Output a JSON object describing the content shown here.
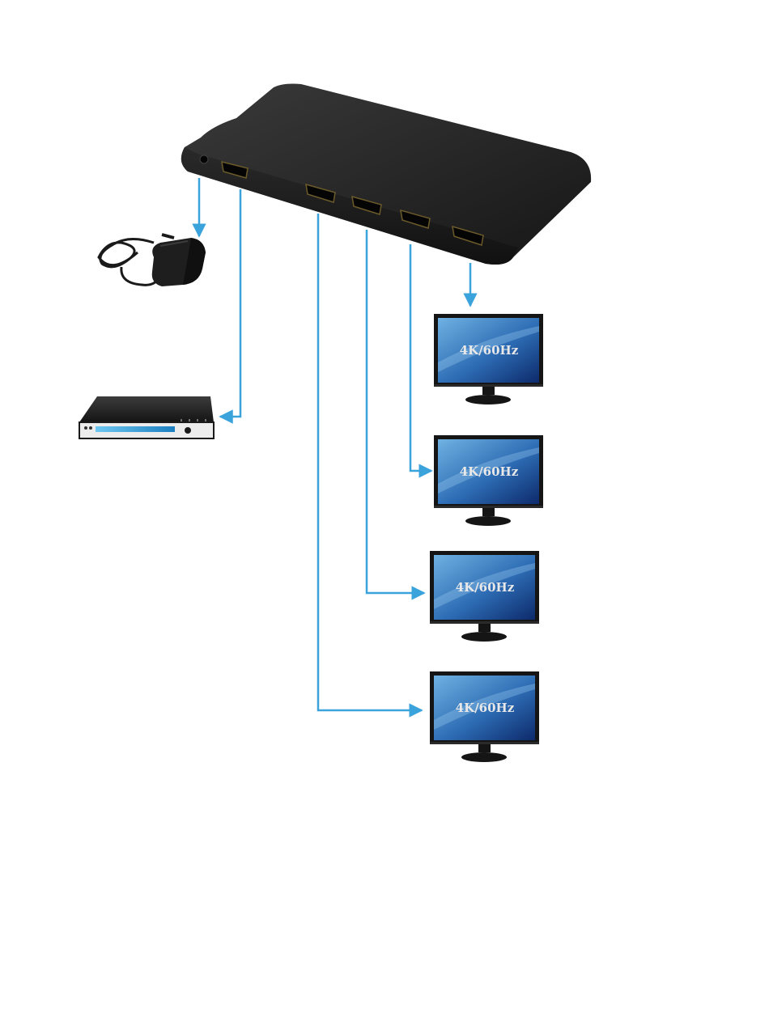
{
  "colors": {
    "connector": "#3aa3dc",
    "splitter_body": "#1b1b1b",
    "screen_light": "#62a6d8",
    "screen_dark": "#0f2f74"
  },
  "devices": {
    "splitter": {
      "icon": "hdmi-splitter-icon"
    },
    "power": {
      "icon": "power-adapter-icon"
    },
    "source": {
      "icon": "media-player-icon"
    }
  },
  "monitors": [
    {
      "label": "4K/60Hz"
    },
    {
      "label": "4K/60Hz"
    },
    {
      "label": "4K/60Hz"
    },
    {
      "label": "4K/60Hz"
    }
  ]
}
